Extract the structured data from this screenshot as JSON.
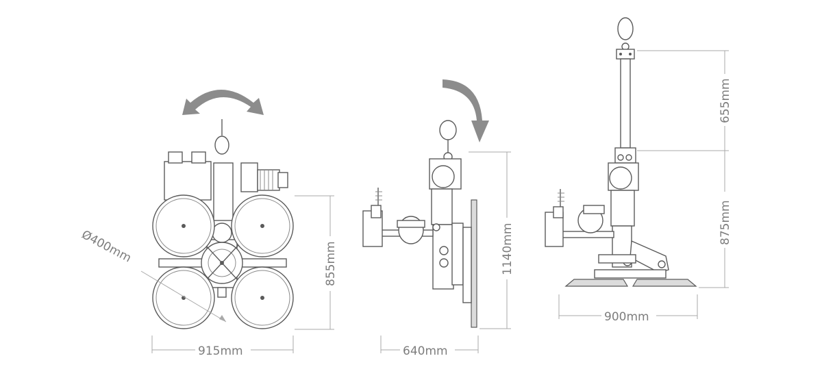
{
  "dimensions": {
    "front_width": "915mm",
    "front_height": "855mm",
    "pad_diameter": "Ø400mm",
    "side_width": "640mm",
    "side_height": "1140mm",
    "right_width": "900mm",
    "right_top_height": "655mm",
    "right_bottom_height": "875mm"
  },
  "colors": {
    "arrow": "#8c8c8c",
    "line": "#5a5a5a",
    "dimension": "#a9a9a9",
    "text": "#7d7d7d"
  }
}
